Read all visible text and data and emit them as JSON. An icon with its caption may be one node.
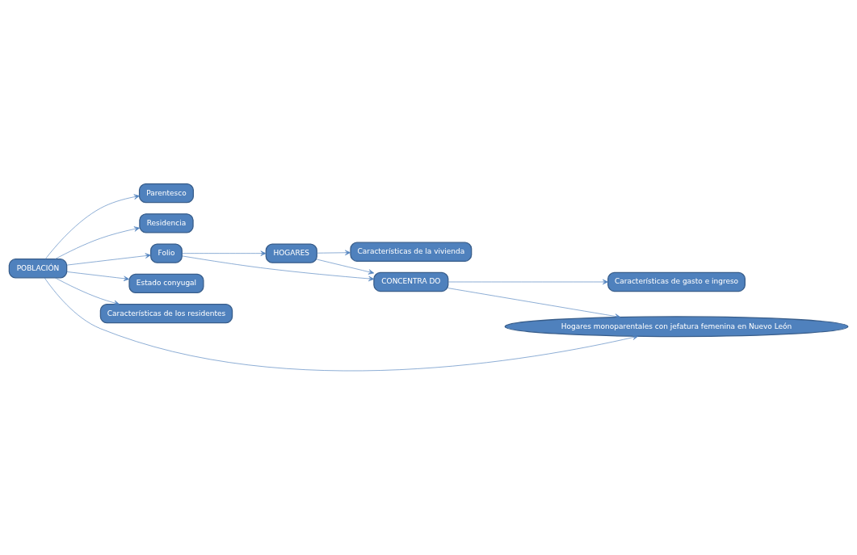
{
  "diagram": {
    "nodes": [
      {
        "text": [
          "POBLACIÓN"
        ]
      },
      {
        "text": [
          "Parentesco"
        ]
      },
      {
        "text": [
          "Residencia"
        ]
      },
      {
        "text": [
          "Folio"
        ]
      },
      {
        "text": [
          "Estado conyugal"
        ]
      },
      {
        "text": [
          "Características de los residentes"
        ]
      },
      {
        "text": [
          "HOGARES"
        ]
      },
      {
        "text": [
          "Características de la vivienda"
        ]
      },
      {
        "text": [
          "CONCENTRA DO"
        ]
      },
      {
        "text": [
          "Características de gasto e ingreso"
        ]
      },
      {
        "text": [
          "Hogares monoparentales con jefatura femenina en Nuevo León"
        ]
      }
    ],
    "edges": [
      {
        "from": 0,
        "to": 1,
        "arrow": "to"
      },
      {
        "from": 0,
        "to": 2,
        "arrow": "to"
      },
      {
        "from": 0,
        "to": 3,
        "arrow": "to"
      },
      {
        "from": 0,
        "to": 4,
        "arrow": "to"
      },
      {
        "from": 0,
        "to": 5,
        "arrow": "to"
      },
      {
        "from": 0,
        "to": 10,
        "arrow": "to"
      },
      {
        "from": 3,
        "to": 6,
        "arrow": "to"
      },
      {
        "from": 3,
        "to": 8,
        "arrow": "to"
      },
      {
        "from": 6,
        "to": 7,
        "arrow": "to"
      },
      {
        "from": 6,
        "to": 8,
        "arrow": "to"
      },
      {
        "from": 8,
        "to": 9,
        "arrow": "to"
      },
      {
        "from": 8,
        "to": 10,
        "arrow": "to"
      }
    ]
  }
}
